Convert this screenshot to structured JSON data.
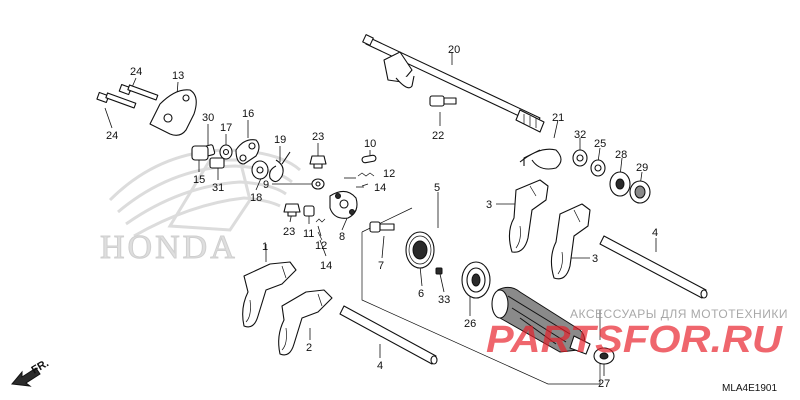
{
  "brand_watermark": {
    "text": "HONDA",
    "color": "#d9d9d9"
  },
  "shop_watermark": {
    "tagline": "АКСЕССУАРЫ ДЛЯ МОТОТЕХНИКИ",
    "logo_text": "PARTSFOR.RU",
    "logo_color": "#e8202a",
    "tagline_color": "#9a9a9a"
  },
  "diagram_code": "MLA4E1901",
  "direction_label": "FR.",
  "callouts": {
    "c24a": "24",
    "c24b": "24",
    "c13": "13",
    "c30": "30",
    "c17": "17",
    "c16": "16",
    "c15": "15",
    "c31": "31",
    "c18": "18",
    "c19": "19",
    "c23a": "23",
    "c9": "9",
    "c10": "10",
    "c12a": "12",
    "c14a": "14",
    "c23b": "23",
    "c11": "11",
    "c12b": "12",
    "c14b": "14",
    "c8": "8",
    "c20": "20",
    "c22": "22",
    "c21": "21",
    "c32": "32",
    "c25": "25",
    "c28": "28",
    "c29": "29",
    "c5": "5",
    "c7": "7",
    "c6": "6",
    "c33": "33",
    "c26": "26",
    "c3a": "3",
    "c3b": "3",
    "c4a": "4",
    "c4b": "4",
    "c1": "1",
    "c2": "2",
    "c27": "27"
  }
}
